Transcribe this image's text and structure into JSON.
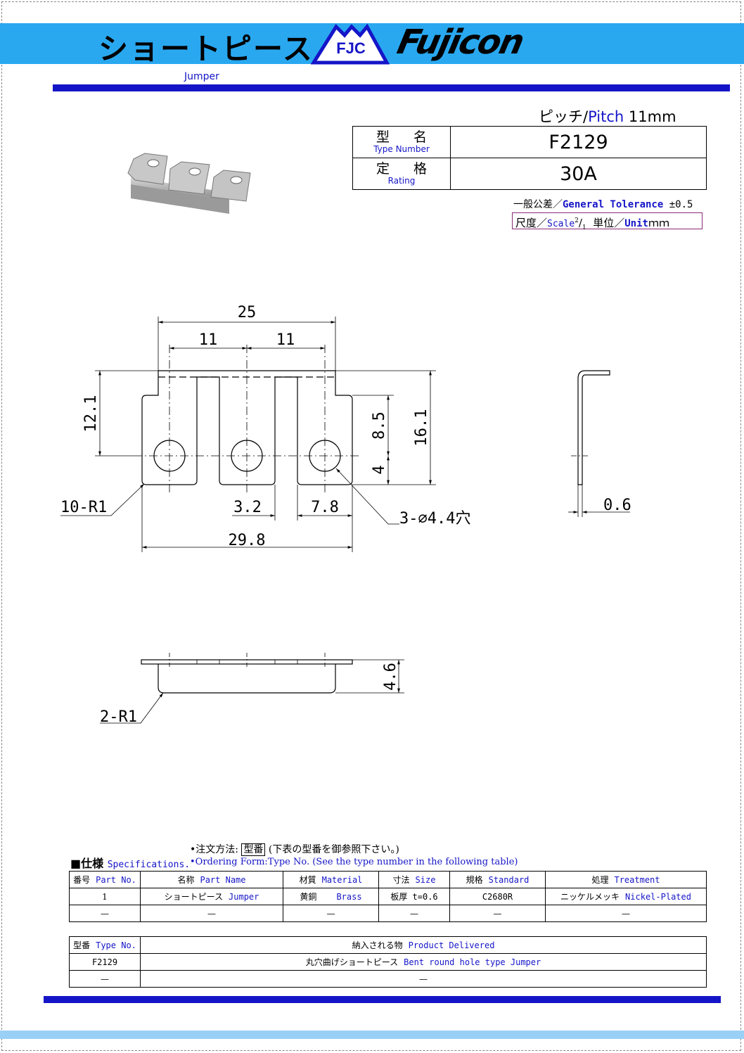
{
  "header": {
    "title": "ショートピース",
    "fjc_logo": "FJC",
    "brand": "Fujicon",
    "subtitle": "Jumper"
  },
  "colors": {
    "header_band": "#29a8f0",
    "accent_blue": "#1515c8",
    "footer_band": "#9ad0f5"
  },
  "pitch": {
    "jp": "ピッチ/",
    "en": "Pitch",
    "value": " 11mm"
  },
  "info_table": {
    "type_label_jp": "型 名",
    "type_label_en": "Type Number",
    "type_value": "F2129",
    "rating_label_jp": "定 格",
    "rating_label_en": "Rating",
    "rating_value": "30A"
  },
  "tolerance": {
    "jp": "一般公差／",
    "en": "General Tolerance",
    "value": "±0.5"
  },
  "scale": {
    "jp": "尺度／",
    "en": "Scale",
    "num": "2",
    "den": "1",
    "unit_jp": "単位／",
    "unit_en": "Unit",
    "unit_value": "ｍｍ"
  },
  "dimensions": {
    "overall_top": "25",
    "pitch_left": "11",
    "pitch_right": "11",
    "height_left": "12.1",
    "height_right": "16.1",
    "hole_offset": "8.5",
    "bottom_margin": "4",
    "corner_radius": "10-R1",
    "slot_width": "3.2",
    "tab_width": "7.8",
    "holes": "3-∅4.4穴",
    "overall_bottom": "29.8",
    "thickness": "0.6",
    "depth": "4.6",
    "bend_radius": "2-R1"
  },
  "ordering": {
    "line1_prefix": "•注文方法: ",
    "line1_box": "型番",
    "line1_suffix": " (下表の型番を御参照下さい。)",
    "line2": "•Ordering Form:Type No.   (See the type number in the following table)"
  },
  "spec_heading": {
    "jp": "■仕様 ",
    "en": "Specifications."
  },
  "spec_table": {
    "headers": [
      {
        "jp": "番号",
        "en": "Part No."
      },
      {
        "jp": "名称",
        "en": "Part Name"
      },
      {
        "jp": "材質",
        "en": "Material"
      },
      {
        "jp": "寸法",
        "en": "Size"
      },
      {
        "jp": "規格",
        "en": "Standard"
      },
      {
        "jp": "処理",
        "en": "Treatment"
      }
    ],
    "rows": [
      [
        {
          "jp": "1",
          "en": ""
        },
        {
          "jp": "ショートピース",
          "en": "Jumper"
        },
        {
          "jp": "黄銅",
          "en": "Brass"
        },
        {
          "jp": "板厚 t=0.6",
          "en": ""
        },
        {
          "jp": "C2680R",
          "en": ""
        },
        {
          "jp": "ニッケルメッキ",
          "en": "Nickel-Plated"
        }
      ],
      [
        {
          "jp": "—",
          "en": ""
        },
        {
          "jp": "—",
          "en": ""
        },
        {
          "jp": "—",
          "en": ""
        },
        {
          "jp": "—",
          "en": ""
        },
        {
          "jp": "—",
          "en": ""
        },
        {
          "jp": "—",
          "en": ""
        }
      ]
    ]
  },
  "delivery_table": {
    "headers": [
      {
        "jp": "型番",
        "en": "Type No."
      },
      {
        "jp": "納入される物",
        "en": "Product Delivered"
      }
    ],
    "rows": [
      [
        {
          "jp": "F2129",
          "en": ""
        },
        {
          "jp": "丸穴曲げショートピース",
          "en": "Bent round hole type Jumper"
        }
      ],
      [
        {
          "jp": "—",
          "en": ""
        },
        {
          "jp": "—",
          "en": ""
        }
      ]
    ]
  }
}
